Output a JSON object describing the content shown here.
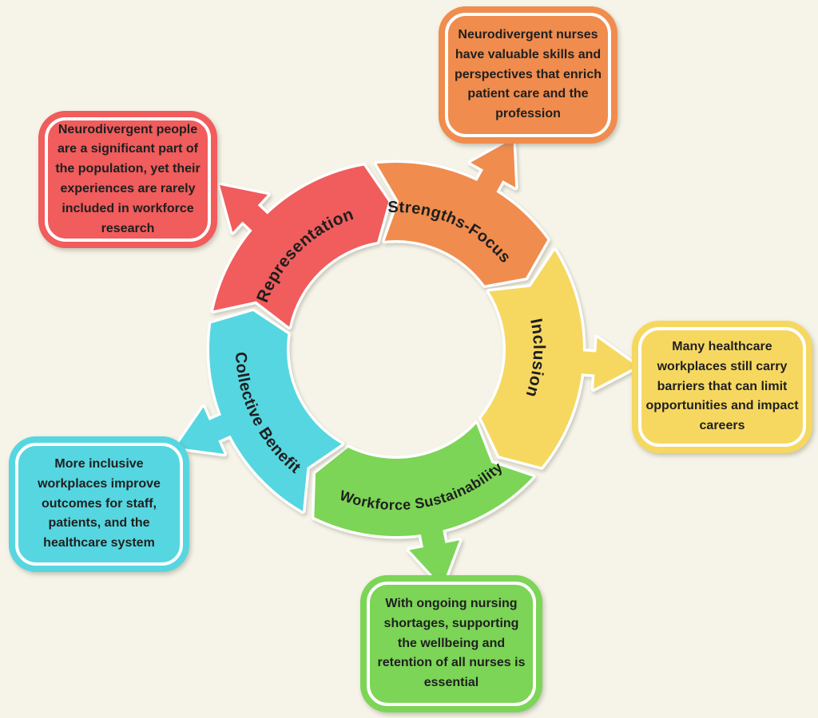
{
  "background_color": "#F6F4E8",
  "outline_color": "#FFFFFF",
  "label_text_color": "#1E1E1E",
  "callout_text_color": "#1F1F1F",
  "cycle": {
    "segments": [
      {
        "id": "representation",
        "label": "Representation",
        "color": "#F15C5C",
        "callout": "Neurodivergent people are a significant part of the population, yet their experiences are rarely included in workforce research"
      },
      {
        "id": "strengths-focus",
        "label": "Strengths-Focus",
        "color": "#F08C4D",
        "callout": "Neurodivergent nurses have valuable skills and perspectives that enrich patient care and the profession"
      },
      {
        "id": "inclusion",
        "label": "Inclusion",
        "color": "#F6D861",
        "callout": "Many healthcare workplaces still carry barriers that can limit opportunities and impact careers"
      },
      {
        "id": "workforce-sustainability",
        "label": "Workforce Sustainability",
        "color": "#7CD556",
        "callout": "With ongoing nursing shortages, supporting the wellbeing and retention of all nurses is essential"
      },
      {
        "id": "collective-benefit",
        "label": "Collective Benefit",
        "color": "#56D6E0",
        "callout": "More inclusive workplaces improve outcomes for staff, patients, and the healthcare system"
      }
    ]
  }
}
